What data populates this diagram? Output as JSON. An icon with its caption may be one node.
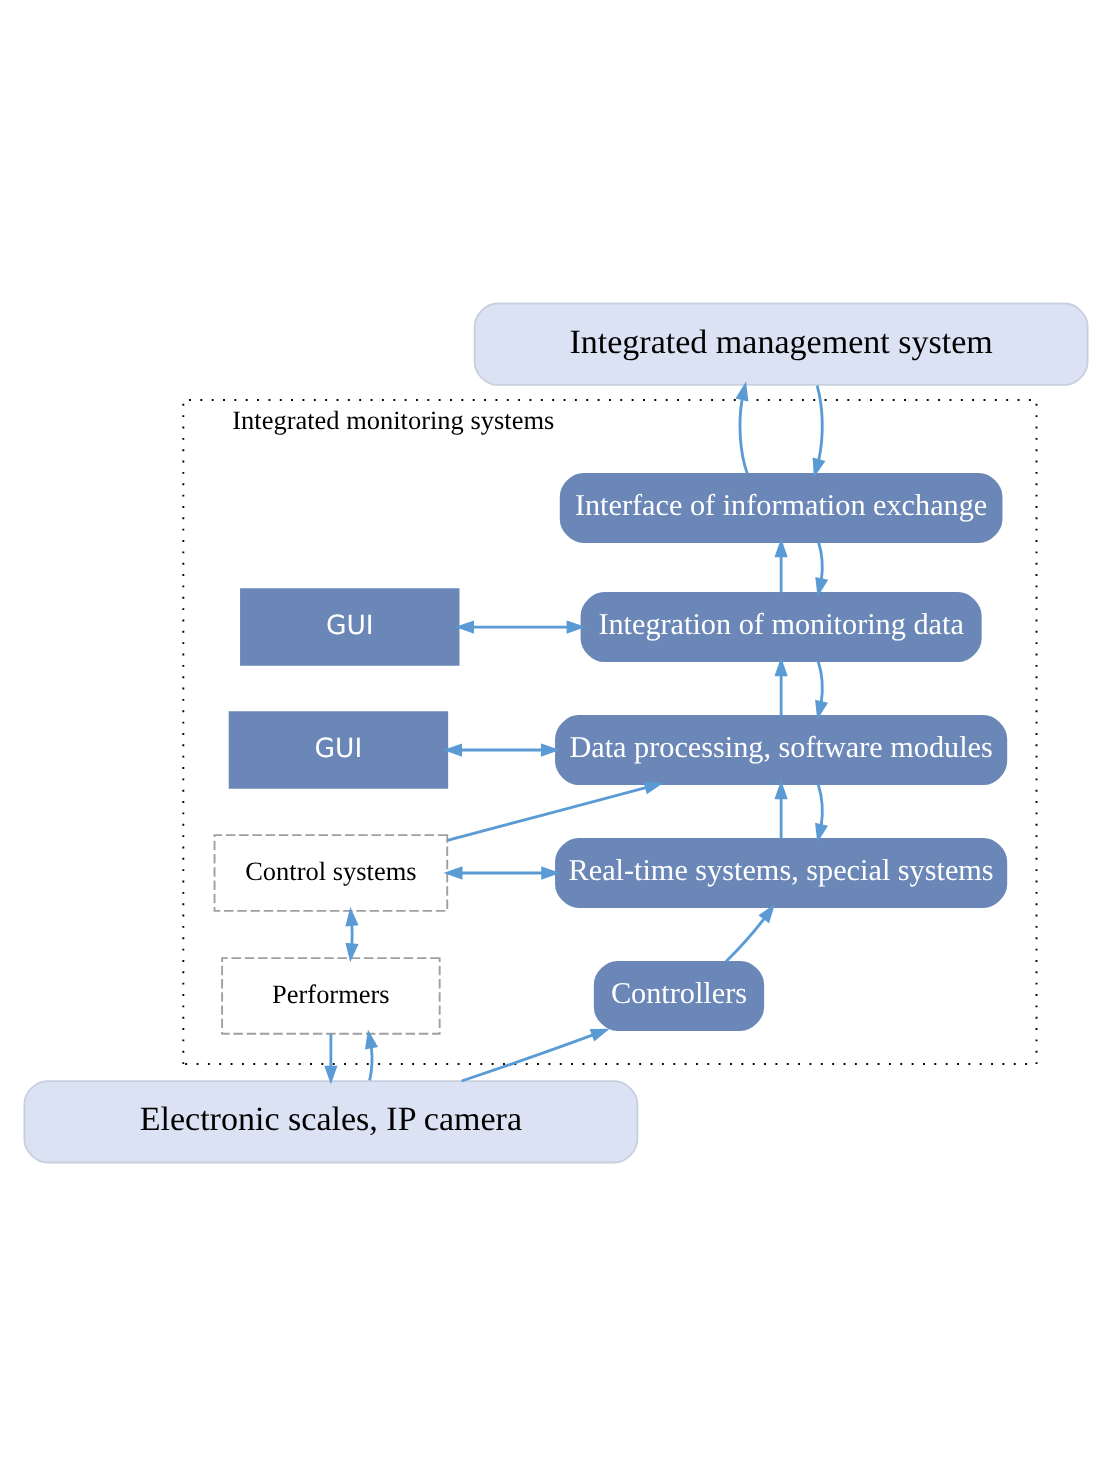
{
  "diagram": {
    "nodes": [
      {
        "text": [
          "Integrated management system"
        ]
      },
      {
        "text": [
          "Integrated monitoring systems"
        ]
      },
      {
        "text": [
          "Interface of information exchange"
        ],
        "in": 1
      },
      {
        "text": [
          "GUI"
        ],
        "in": 1
      },
      {
        "text": [
          "Integration of monitoring data"
        ],
        "in": 1
      },
      {
        "text": [
          "GUI"
        ],
        "in": 1
      },
      {
        "text": [
          "Data processing, software modules"
        ],
        "in": 1
      },
      {
        "text": [
          "Control systems"
        ],
        "in": 1
      },
      {
        "text": [
          "Real-time systems, special systems"
        ],
        "in": 1
      },
      {
        "text": [
          "Performers"
        ],
        "in": 1
      },
      {
        "text": [
          "Controllers"
        ],
        "in": 1
      },
      {
        "text": [
          "Electronic scales, IP camera"
        ]
      }
    ],
    "edges": [
      {
        "from": 2,
        "to": 0,
        "arrow": "to"
      },
      {
        "from": 0,
        "to": 2,
        "arrow": "to"
      },
      {
        "from": 4,
        "to": 2,
        "arrow": "to"
      },
      {
        "from": 2,
        "to": 4,
        "arrow": "to"
      },
      {
        "from": 3,
        "to": 4,
        "arrow": "both"
      },
      {
        "from": 6,
        "to": 4,
        "arrow": "to"
      },
      {
        "from": 4,
        "to": 6,
        "arrow": "to"
      },
      {
        "from": 5,
        "to": 6,
        "arrow": "both"
      },
      {
        "from": 7,
        "to": 6,
        "arrow": "to"
      },
      {
        "from": 8,
        "to": 6,
        "arrow": "to"
      },
      {
        "from": 6,
        "to": 8,
        "arrow": "to"
      },
      {
        "from": 7,
        "to": 8,
        "arrow": "both"
      },
      {
        "from": 7,
        "to": 9,
        "arrow": "both"
      },
      {
        "from": 9,
        "to": 11,
        "arrow": "to"
      },
      {
        "from": 11,
        "to": 9,
        "arrow": "to"
      },
      {
        "from": 10,
        "to": 8,
        "arrow": "to"
      },
      {
        "from": 11,
        "to": 10,
        "arrow": "to"
      }
    ]
  }
}
